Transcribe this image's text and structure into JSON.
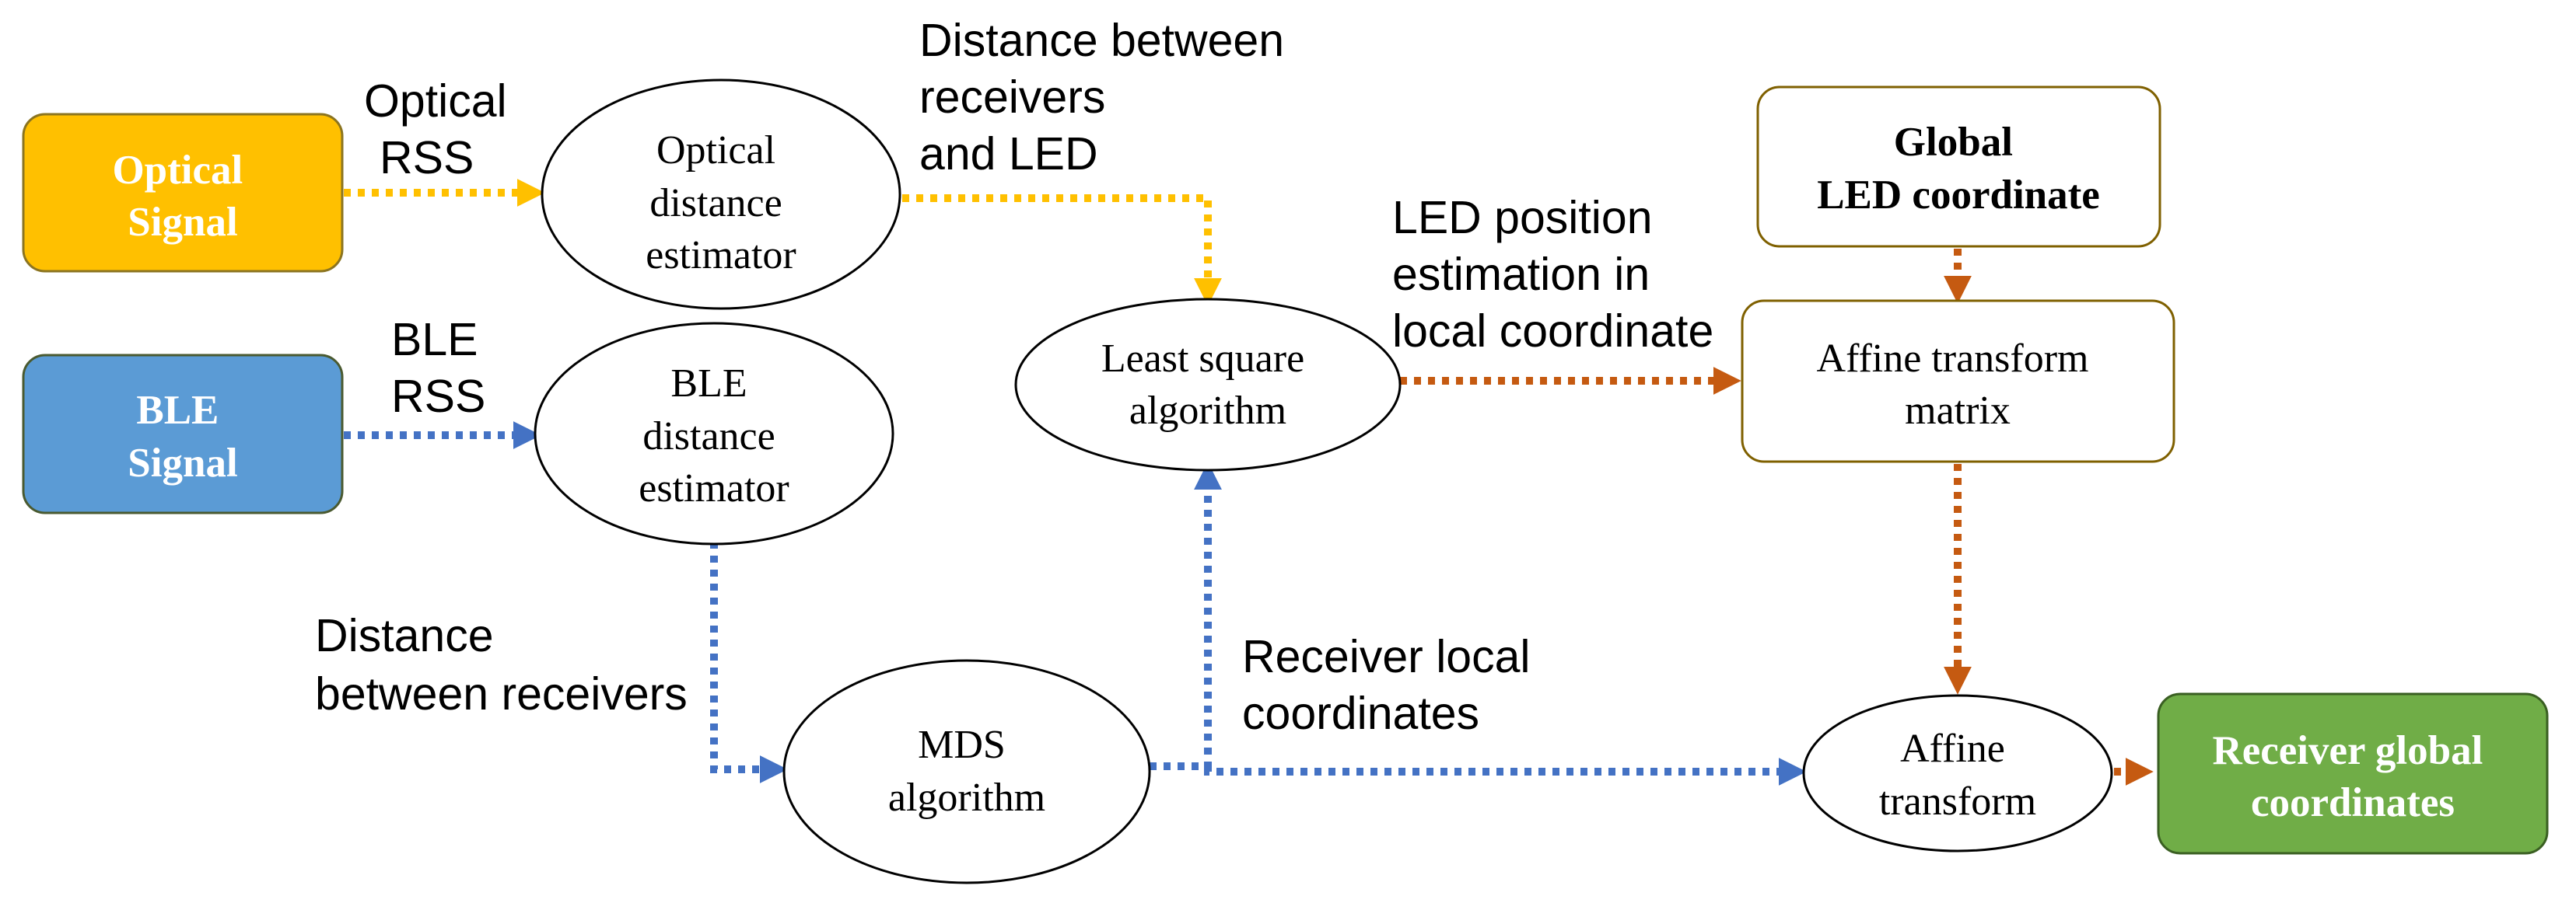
{
  "nodes": {
    "optical_signal": {
      "lines": [
        "Optical",
        "Signal"
      ],
      "fill": "#FFC000",
      "stroke": "#8B7420",
      "text_color": "#FFFFFF",
      "bold": true
    },
    "ble_signal": {
      "lines": [
        "BLE",
        "Signal"
      ],
      "fill": "#5B9BD5",
      "stroke": "#4A5A30",
      "text_color": "#FFFFFF",
      "bold": true
    },
    "optical_distance_estimator": {
      "lines": [
        "Optical",
        "distance",
        "estimator"
      ]
    },
    "ble_distance_estimator": {
      "lines": [
        "BLE",
        "distance",
        "estimator"
      ]
    },
    "least_square_algorithm": {
      "lines": [
        "Least square",
        "algorithm"
      ]
    },
    "mds_algorithm": {
      "lines": [
        "MDS",
        "algorithm"
      ]
    },
    "global_led_coordinate": {
      "lines": [
        "Global",
        "LED coordinate"
      ],
      "bold": true,
      "stroke": "#7F6000"
    },
    "affine_transform_matrix": {
      "lines": [
        "Affine transform",
        "matrix"
      ],
      "stroke": "#7F6000"
    },
    "affine_transform": {
      "lines": [
        "Affine",
        "transform"
      ]
    },
    "receiver_global_coordinates": {
      "lines": [
        "Receiver global",
        "coordinates"
      ],
      "fill": "#70AD47",
      "stroke": "#3A5F22",
      "text_color": "#FFFFFF",
      "bold": true
    }
  },
  "edge_labels": {
    "optical_rss": [
      "Optical",
      "RSS"
    ],
    "ble_rss": [
      "BLE",
      "RSS"
    ],
    "distance_receivers_led": [
      "Distance between",
      "receivers",
      "and LED"
    ],
    "led_position_estimation": [
      "LED position",
      "estimation in",
      "local coordinate"
    ],
    "distance_between_receivers": [
      "Distance",
      "between receivers"
    ],
    "receiver_local_coordinates": [
      "Receiver local",
      "coordinates"
    ]
  },
  "colors": {
    "optical_path": "#FFC000",
    "ble_path": "#4472C4",
    "transform_path": "#C55A11",
    "ellipse_stroke": "#000000"
  }
}
